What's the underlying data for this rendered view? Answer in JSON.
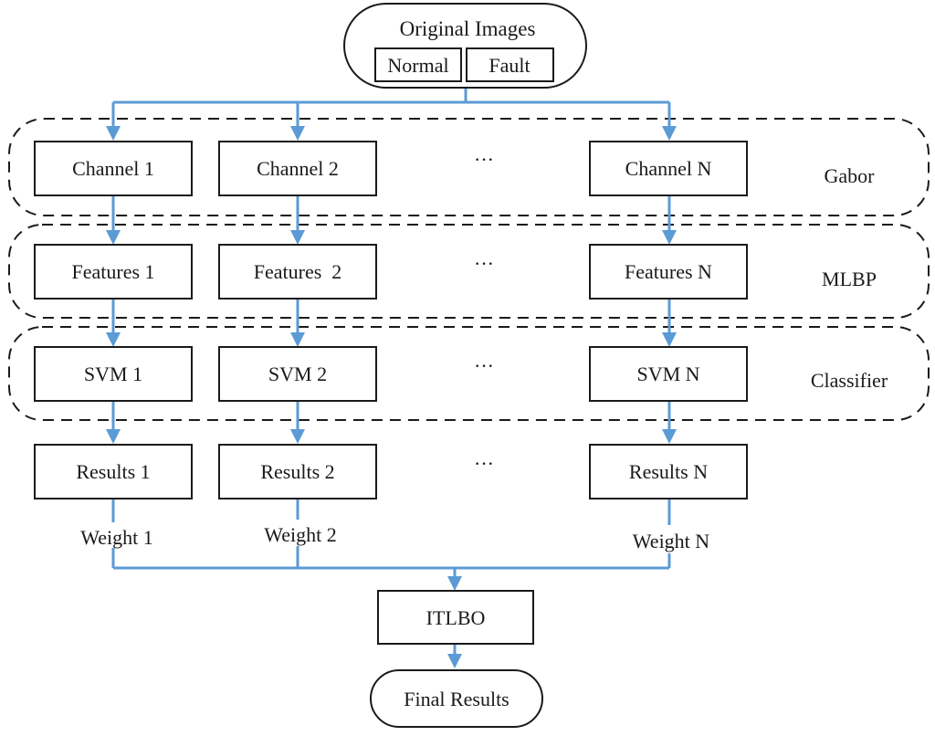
{
  "input": {
    "title": "Original Images",
    "classes": [
      "Normal",
      "Fault"
    ]
  },
  "columns": [
    {
      "channel": "Channel 1",
      "features": "Features 1",
      "svm": "SVM 1",
      "results": "Results 1",
      "weight": "Weight 1"
    },
    {
      "channel": "Channel 2",
      "features": "Features  2",
      "svm": "SVM 2",
      "results": "Results 2",
      "weight": "Weight 2"
    },
    {
      "channel": "Channel N",
      "features": "Features N",
      "svm": "SVM N",
      "results": "Results N",
      "weight": "Weight N"
    }
  ],
  "ellipsis": "···",
  "stages": {
    "gabor": "Gabor",
    "mlbp": "MLBP",
    "classifier": "Classifier"
  },
  "fusion": "ITLBO",
  "output": "Final Results",
  "colors": {
    "flow": "#5b9bd5",
    "stroke": "#1a1a1a"
  }
}
